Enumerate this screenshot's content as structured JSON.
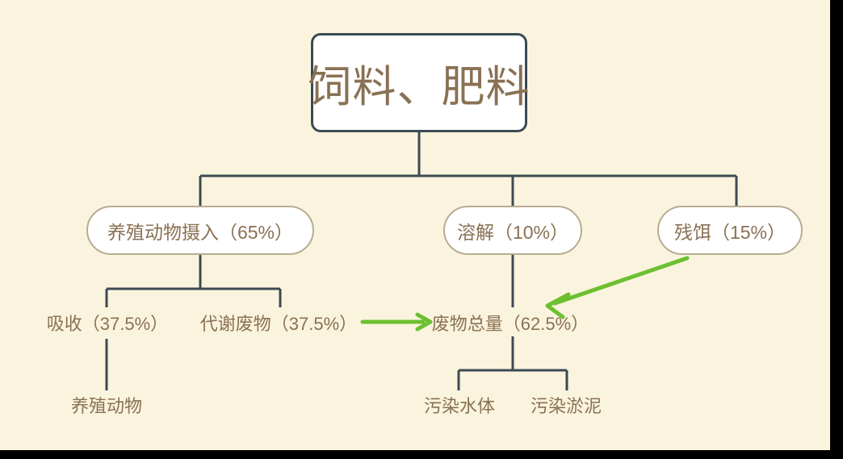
{
  "diagram": {
    "title_node": "饲料、肥料",
    "background_color": "#faf4de",
    "node_fill": "#ffffff",
    "root_border_color": "#3c4a53",
    "pill_border_color": "#b9ab93",
    "text_color": "#8a7154",
    "connector_color": "#3c4a53",
    "arrow_color": "#6cc030",
    "nodes": {
      "root": "饲料、肥料",
      "intake": "养殖动物摄入（65%）",
      "dissolve": "溶解（10%）",
      "residual_bait": "残饵（15%）",
      "absorb": "吸收（37.5%）",
      "metabolic_waste": "代谢废物（37.5%）",
      "total_waste": "废物总量（62.5%）",
      "farmed_animal": "养殖动物",
      "polluted_water": "污染水体",
      "polluted_sludge": "污染淤泥"
    },
    "arrows": [
      {
        "name": "metabolic-waste-to-total-waste",
        "from": "代谢废物（37.5%）",
        "to": "废物总量（62.5%）",
        "color": "#6cc030",
        "style": "straight-horizontal"
      },
      {
        "name": "residual-bait-to-total-waste",
        "from": "残饵（15%）",
        "to": "废物总量（62.5%）",
        "color": "#6cc030",
        "style": "diagonal"
      }
    ]
  }
}
